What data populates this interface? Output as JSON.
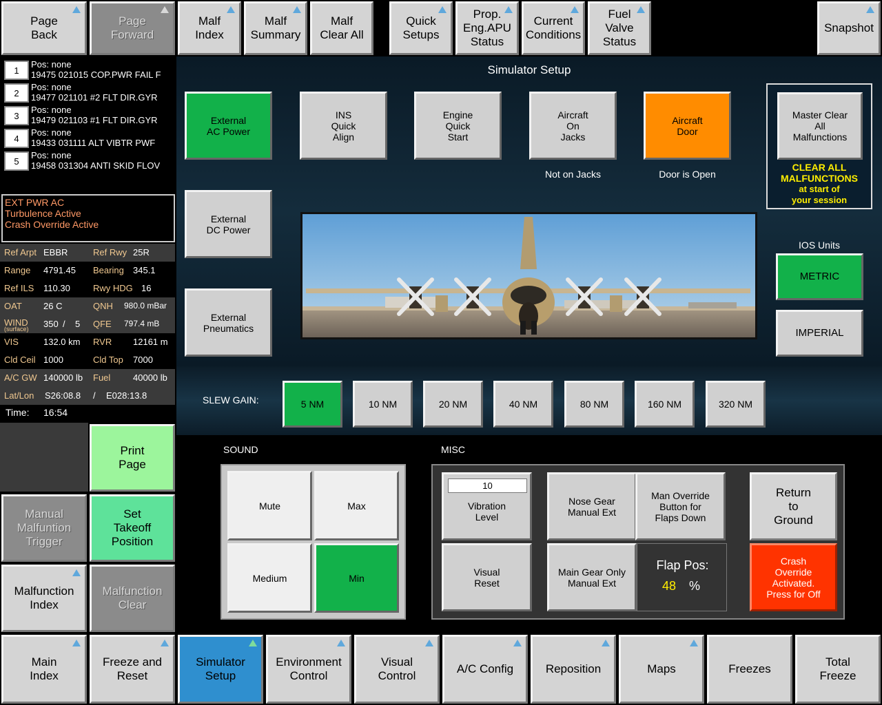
{
  "top_nav": {
    "page_back": "Page\nBack",
    "page_forward": "Page\nForward",
    "malf_index": "Malf\nIndex",
    "malf_summary": "Malf\nSummary",
    "malf_clear_all": "Malf\nClear All",
    "quick_setups": "Quick\nSetups",
    "prop_eng": "Prop.\nEng.APU\nStatus",
    "current_conditions": "Current\nConditions",
    "fuel_valve": "Fuel\nValve\nStatus",
    "snapshot": "Snapshot"
  },
  "malf_list": [
    {
      "num": "1",
      "pos": "Pos: none",
      "desc": "19475 021015 COP.PWR FAIL F"
    },
    {
      "num": "2",
      "pos": "Pos: none",
      "desc": "19477 021101 #2 FLT DIR.GYR"
    },
    {
      "num": "3",
      "pos": "Pos: none",
      "desc": "19479 021103 #1 FLT DIR.GYR"
    },
    {
      "num": "4",
      "pos": "Pos: none",
      "desc": "19433 031111 ALT VIBTR PWF"
    },
    {
      "num": "5",
      "pos": "Pos: none",
      "desc": "19458 031304 ANTI SKID FLOV"
    }
  ],
  "status": {
    "line1": "EXT PWR AC",
    "line2": "Turbulence Active",
    "line3": "Crash Override Active"
  },
  "info": {
    "ref_arpt_l": "Ref Arpt",
    "ref_arpt_v": "EBBR",
    "ref_rwy_l": "Ref Rwy",
    "ref_rwy_v": "25R",
    "range_l": "Range",
    "range_v": "4791.45",
    "bearing_l": "Bearing",
    "bearing_v": "345.1",
    "ref_ils_l": "Ref ILS",
    "ref_ils_v": "110.30",
    "rwy_hdg_l": "Rwy HDG",
    "rwy_hdg_v": "16",
    "oat_l": "OAT",
    "oat_v": "26 C",
    "qnh_l": "QNH",
    "qnh_v": "980.0 mBar",
    "wind_l": "WIND",
    "wind_sub": "(surface)",
    "wind_dir": "350",
    "wind_sep": "/",
    "wind_spd": "5",
    "qfe_l": "QFE",
    "qfe_v": "797.4 mB",
    "vis_l": "VIS",
    "vis_v": "132.0 km",
    "rvr_l": "RVR",
    "rvr_v": "12161 m",
    "cld_ceil_l": "Cld Ceil",
    "cld_ceil_v": "1000",
    "cld_top_l": "Cld Top",
    "cld_top_v": "7000",
    "gw_l": "A/C GW",
    "gw_v": "140000 lb",
    "fuel_l": "Fuel",
    "fuel_v": "40000 lb",
    "latlon_l": "Lat/Lon",
    "lat_v": "S26:08.8",
    "lon_sep": "/",
    "lon_v": "E028:13.8",
    "time_l": "Time:",
    "time_v": "16:54"
  },
  "left_buttons": {
    "print_page": "Print\nPage",
    "manual_malf": "Manual\nMalfuntion\nTrigger",
    "set_takeoff": "Set\nTakeoff\nPosition",
    "malf_index": "Malfunction\nIndex",
    "malf_clear": "Malfunction\nClear"
  },
  "setup": {
    "title": "Simulator Setup",
    "ext_ac": "External\nAC Power",
    "ins": "INS\nQuick\nAlign",
    "engine": "Engine\nQuick\nStart",
    "jacks": "Aircraft\nOn\nJacks",
    "door": "Aircraft\nDoor",
    "jacks_status": "Not on Jacks",
    "door_status": "Door is Open",
    "master_clear": "Master Clear\nAll\nMalfunctions",
    "clear_note_1": "CLEAR ALL",
    "clear_note_2": "MALFUNCTIONS",
    "clear_note_3": "at start of",
    "clear_note_4": "your session",
    "ext_dc": "External\nDC Power",
    "ext_pneu": "External\nPneumatics",
    "ios_units": "IOS Units",
    "metric": "METRIC",
    "imperial": "IMPERIAL"
  },
  "slew": {
    "label": "SLEW GAIN:",
    "options": [
      "5 NM",
      "10 NM",
      "20 NM",
      "40 NM",
      "80 NM",
      "160 NM",
      "320 NM"
    ]
  },
  "sound": {
    "title": "SOUND",
    "mute": "Mute",
    "max": "Max",
    "medium": "Medium",
    "min": "Min"
  },
  "misc": {
    "title": "MISC",
    "vib_value": "10",
    "vib_label": "Vibration\nLevel",
    "nose_gear": "Nose Gear\nManual Ext",
    "man_override": "Man Override\nButton for\nFlaps Down",
    "return_ground": "Return\nto\nGround",
    "visual_reset": "Visual\nReset",
    "main_gear": "Main Gear Only\nManual Ext",
    "flap_label": "Flap Pos:",
    "flap_value": "48",
    "flap_unit": "%",
    "crash": "Crash\nOverride\nActivated.\nPress for Off"
  },
  "bottom_nav": {
    "main_index": "Main\nIndex",
    "freeze_reset": "Freeze and\nReset",
    "sim_setup": "Simulator\nSetup",
    "env_control": "Environment\nControl",
    "visual_control": "Visual\nControl",
    "ac_config": "A/C Config",
    "reposition": "Reposition",
    "maps": "Maps",
    "freezes": "Freezes",
    "total_freeze": "Total\nFreeze"
  },
  "colors": {
    "active_green": "#12b14a",
    "orange": "#ff8c00",
    "red": "#ff3300",
    "selected_tab": "#2f8fcf",
    "accent_triangle": "#5fa8dc"
  }
}
